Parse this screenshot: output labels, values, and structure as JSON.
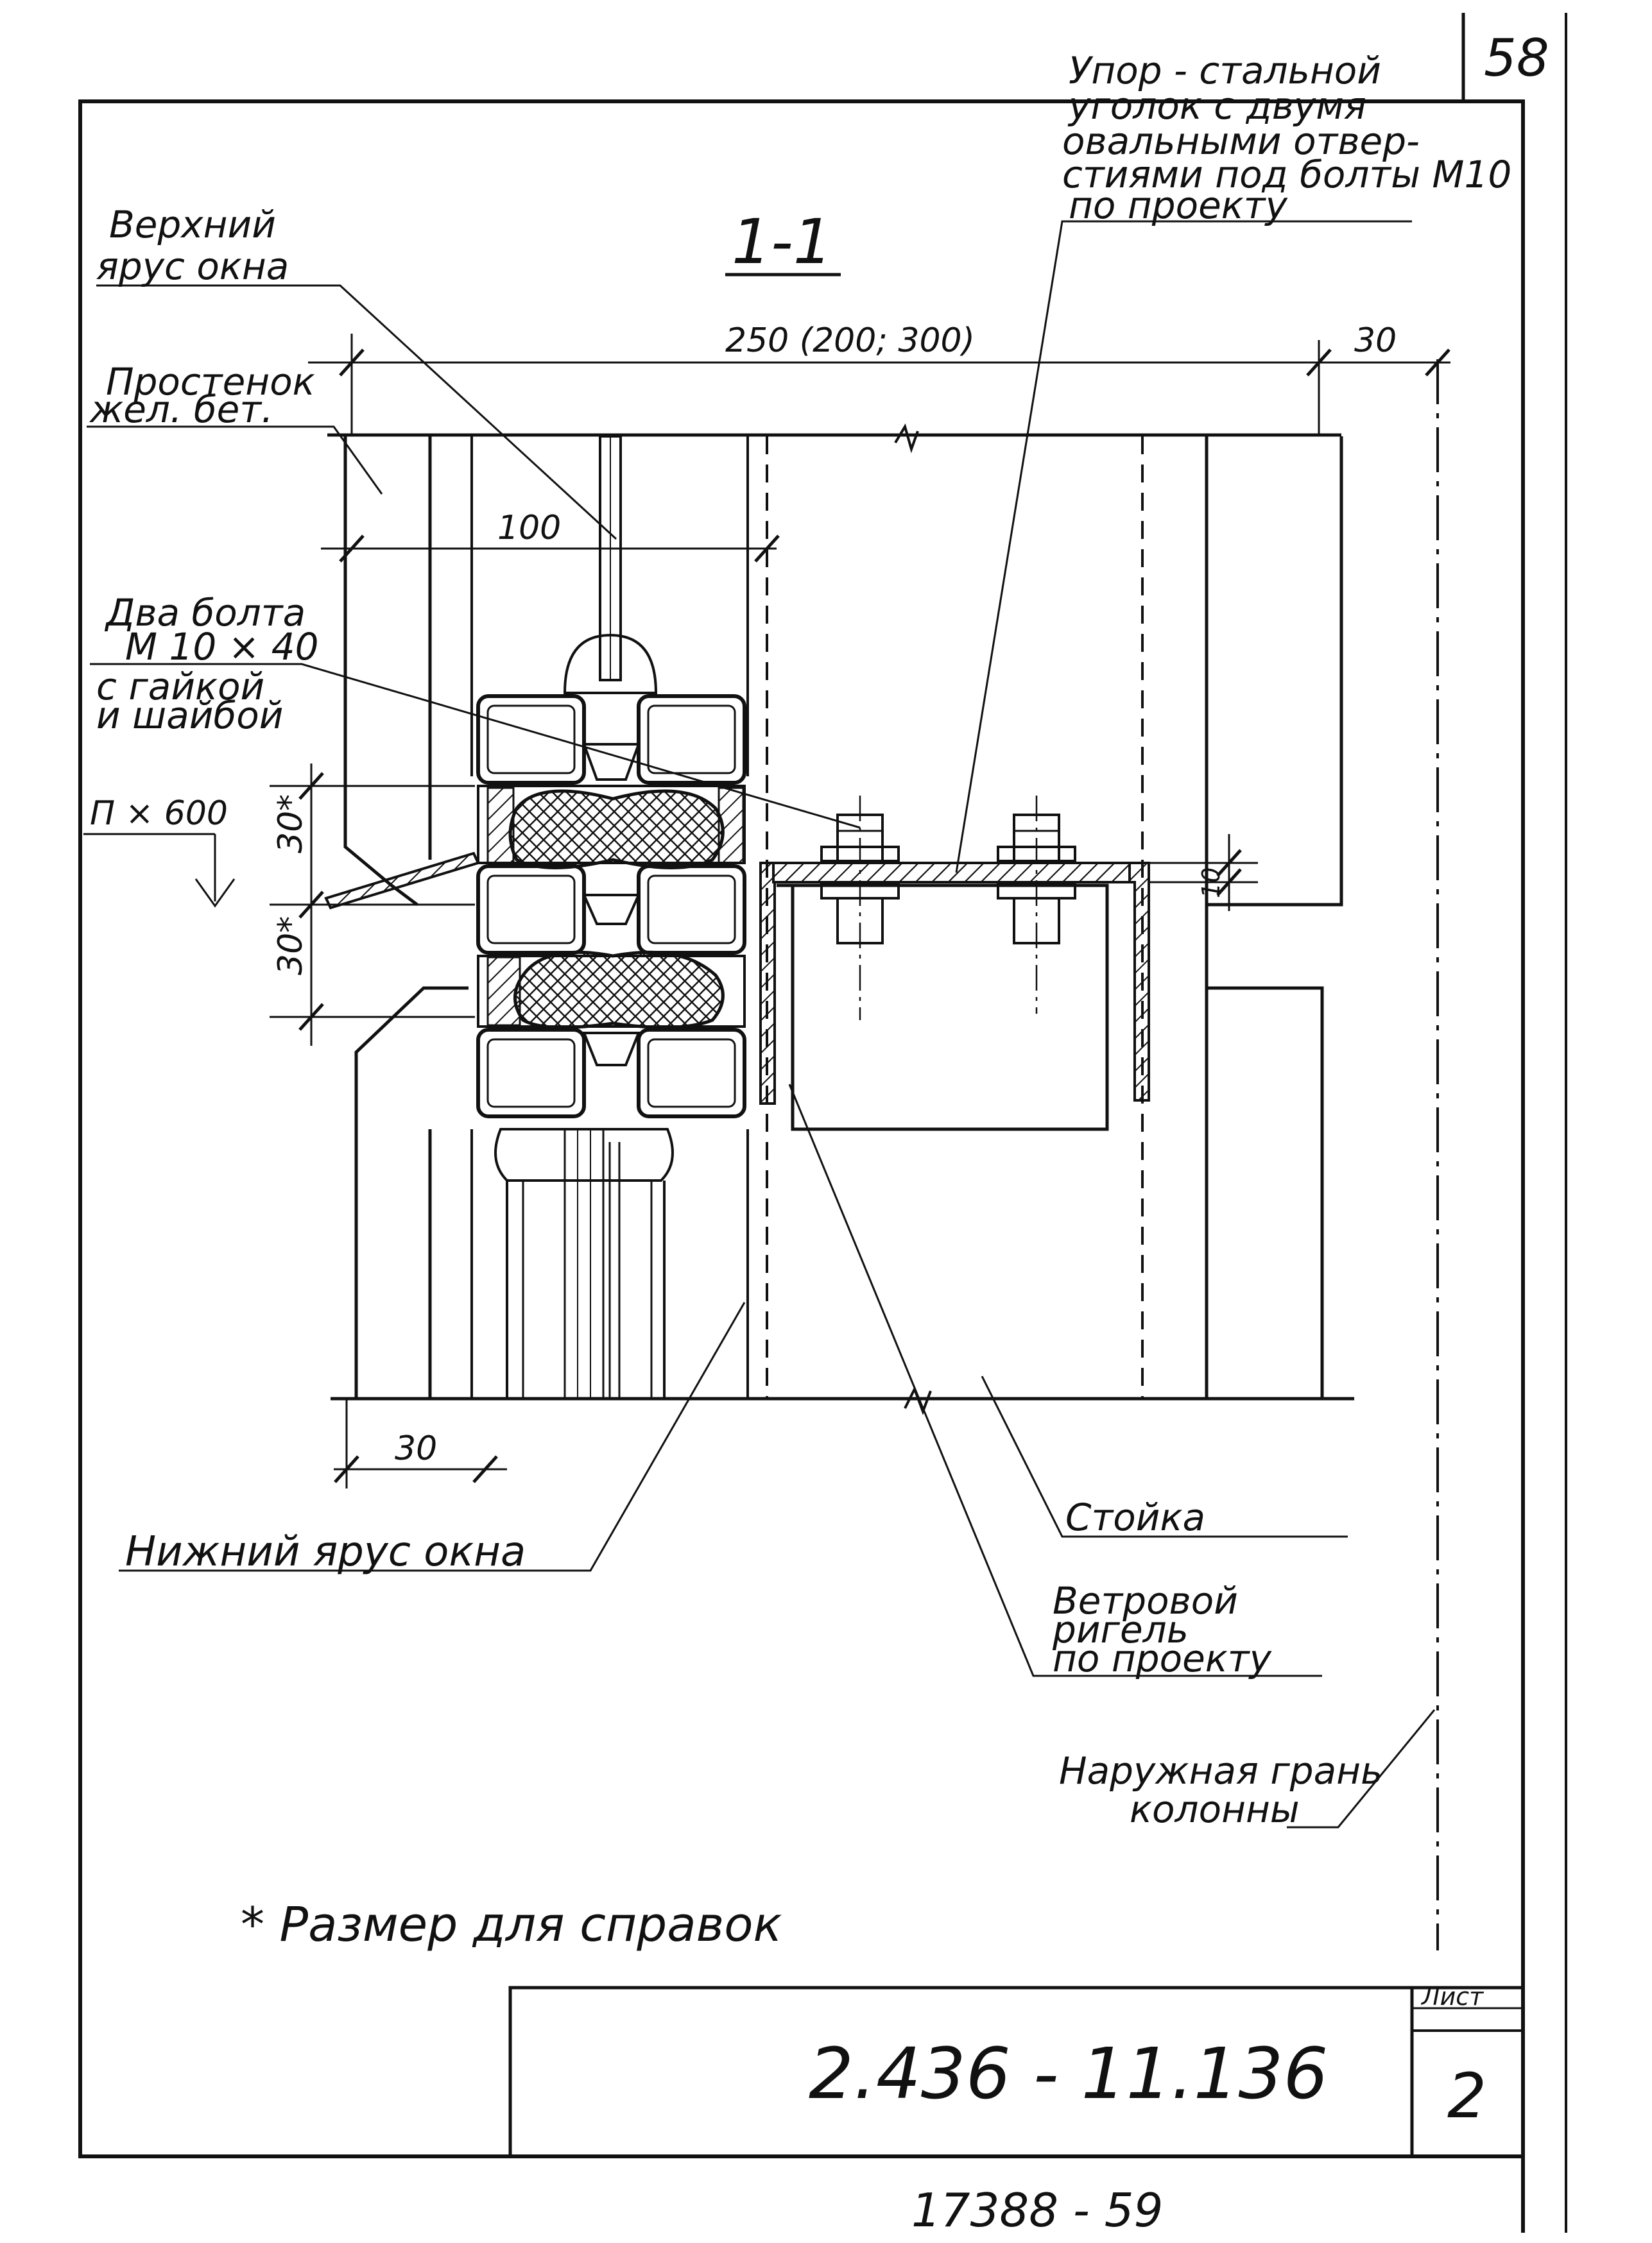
{
  "sheet": {
    "page_number": "58",
    "section_title": "1-1",
    "document_code": "2.436 - 11.136",
    "sheet_label": "Лист",
    "sheet_number": "2",
    "archive_number": "17388 - 59",
    "footnote": "* Размер для справок"
  },
  "callouts": {
    "upper_window": [
      "Верхний",
      "ярус окна"
    ],
    "pier": [
      "Простенок",
      "жел. бет."
    ],
    "bolts": [
      "Два болта",
      "М 10 × 40",
      "с гайкой",
      "и шайбой"
    ],
    "angle_stop": [
      "Упор - стальной",
      "уголок с двумя",
      "овальными отвер-",
      "стиями под болты М10",
      "по проекту"
    ],
    "post": "Стойка",
    "lower_window": "Нижний ярус окна",
    "wind_girder": [
      "Ветровой",
      "ригель",
      "по проекту"
    ],
    "column_face": [
      "Наружная грань",
      "колонны"
    ]
  },
  "dimensions": {
    "width_main": "250 (200; 300)",
    "offset_right": "30",
    "frame_depth": "100",
    "gap_upper": "30*",
    "gap_lower": "30*",
    "flashing": "П × 600",
    "angle_thickness": "10",
    "bottom_offset": "30"
  },
  "colors": {
    "ink": "#111111",
    "paper": "#ffffff"
  }
}
